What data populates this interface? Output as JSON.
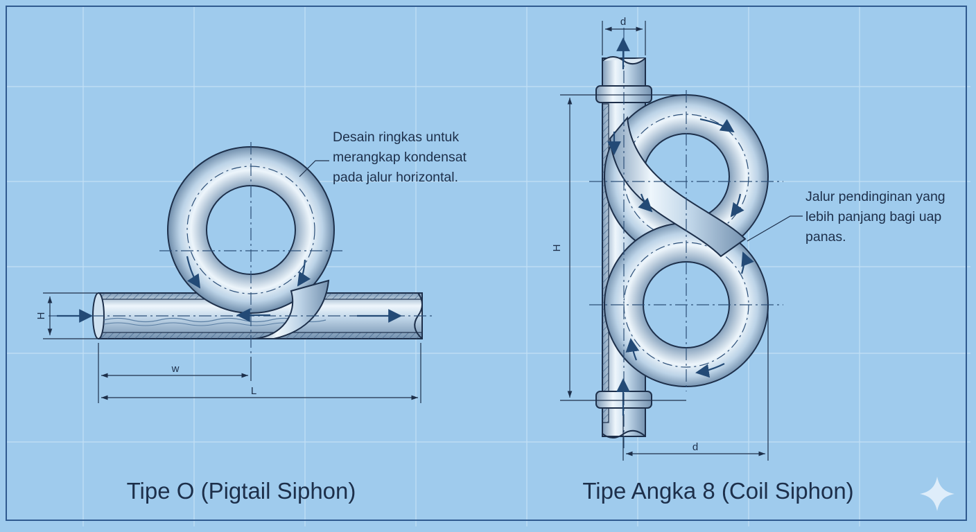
{
  "colors": {
    "background": "#9fcbed",
    "grid": "#c4e0f6",
    "frame": "#2f5a8f",
    "ink": "#1d2f4a",
    "pipe_light": "#eaf3fb",
    "pipe_mid": "#b7cfe4",
    "pipe_dark": "#7c99b6",
    "arrow": "#234a76"
  },
  "pigtail": {
    "caption": "Tipe O (Pigtail Siphon)",
    "note_lines": [
      "Desain ringkas untuk",
      "merangkap kondensat",
      "pada jalur horizontal."
    ],
    "dim_h": "H",
    "dim_w": "w",
    "dim_l": "L"
  },
  "coil": {
    "caption": "Tipe Angka 8 (Coil Siphon)",
    "note_lines": [
      "Jalur pendinginan yang",
      "lebih panjang bagi uap",
      "panas."
    ],
    "dim_top": "d",
    "dim_h": "H",
    "dim_bottom": "d"
  },
  "icons": {
    "corner": "sparkle-icon"
  }
}
